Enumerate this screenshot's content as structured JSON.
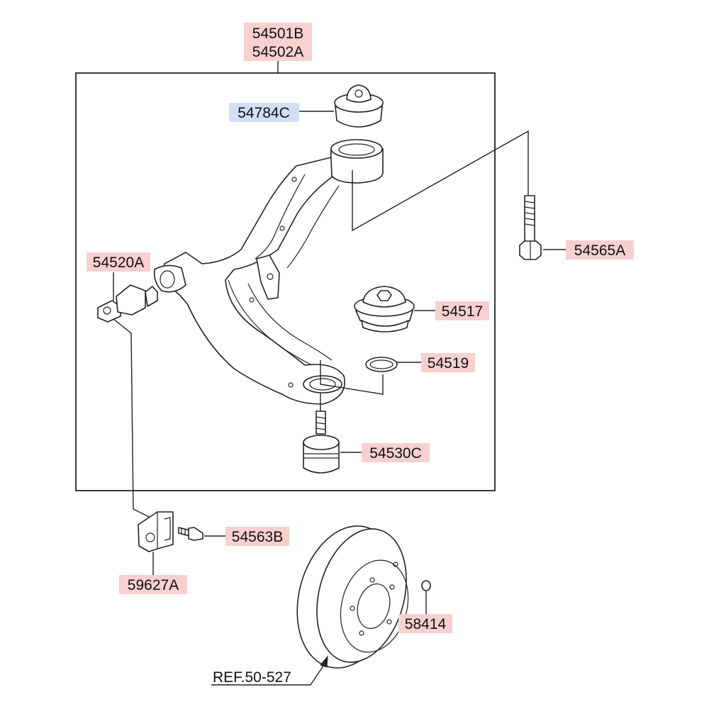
{
  "labels": {
    "p54501b": "54501B",
    "p54502a": "54502A",
    "p54784c": "54784C",
    "p54565a": "54565A",
    "p54520a": "54520A",
    "p54517": "54517",
    "p54519": "54519",
    "p54530c": "54530C",
    "p54563b": "54563B",
    "p59627a": "59627A",
    "p58414": "58414"
  },
  "reference": "REF.50-527",
  "colors": {
    "label_highlight_red": "#f8d0cf",
    "label_highlight_blue": "#cfe0f6",
    "line": "#222222"
  }
}
